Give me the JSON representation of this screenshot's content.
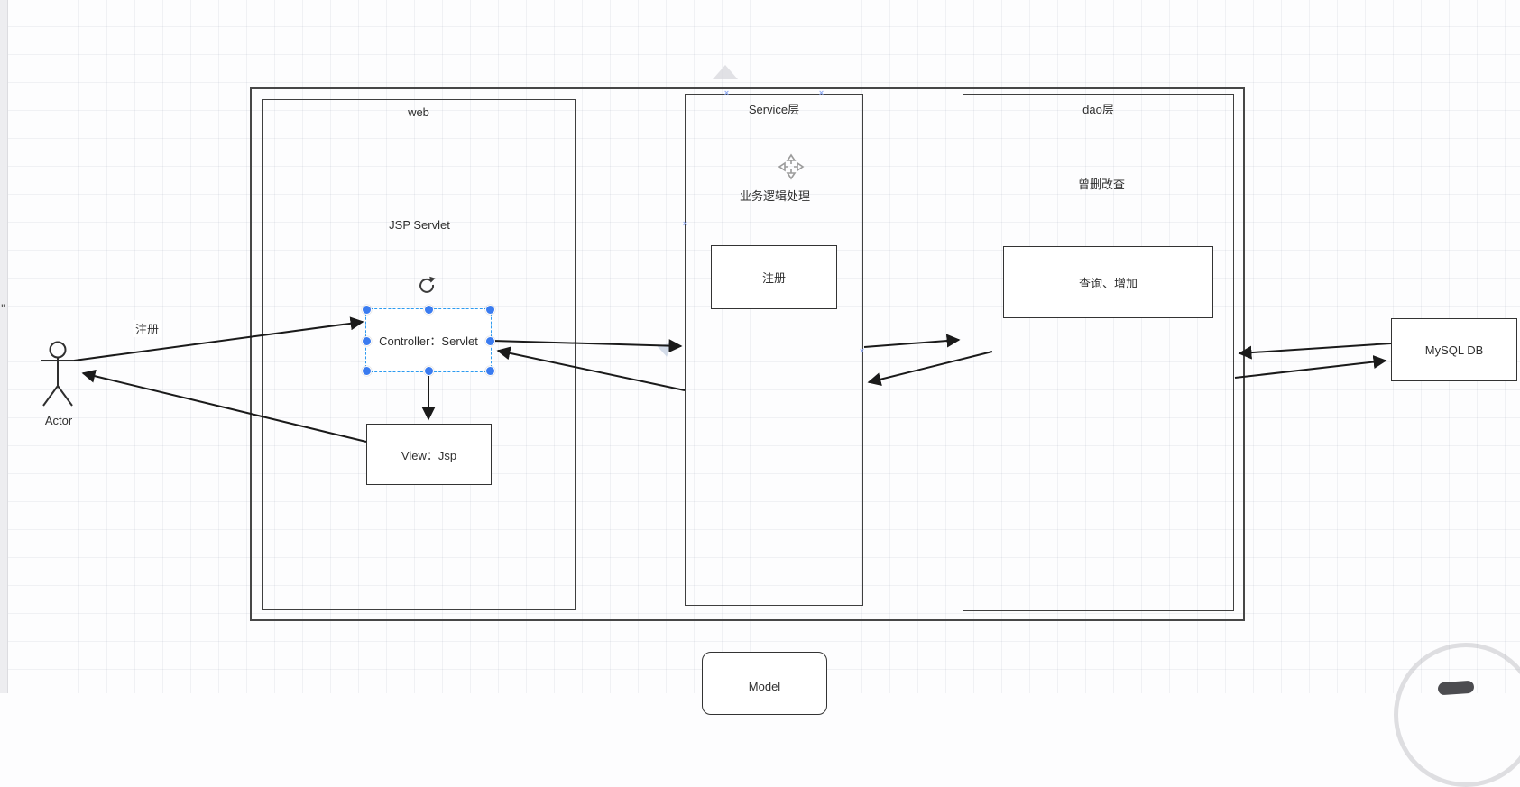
{
  "window": {
    "type": "diagram-canvas"
  },
  "groups": {
    "web": {
      "title": "web"
    },
    "service": {
      "title": "Service层",
      "note": "业务逻辑处理"
    },
    "dao": {
      "title": "dao层",
      "note": "曾删改查"
    }
  },
  "nodes": {
    "jsp_servlet": "JSP Servlet",
    "controller": "Controller：Servlet",
    "view": "View：Jsp",
    "service_register": "注册",
    "dao_query_add": "查询、增加",
    "mysql_db": "MySQL DB",
    "model": "Model",
    "actor_label": "Actor"
  },
  "edges": {
    "register_label": "注册"
  },
  "icons": {
    "rotate": "rotate-icon",
    "move": "move-icon"
  },
  "colors": {
    "selection_outline": "#2e9bf0",
    "selection_handle": "#3a7bf0",
    "shape_stroke": "#3f3f3f",
    "arrow": "#1a1a1a",
    "connection_point": "#8ea9f2"
  },
  "stray_mark": "\""
}
